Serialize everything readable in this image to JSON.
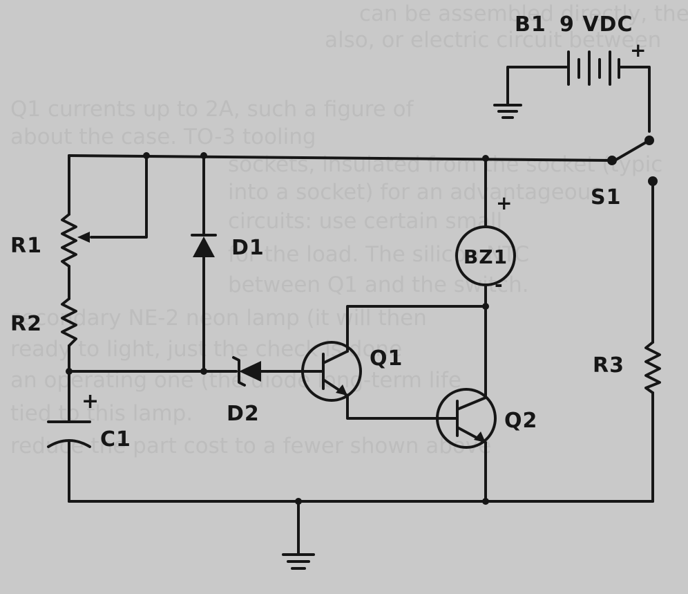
{
  "battery": {
    "ref": "B1",
    "value": "9 VDC",
    "polarity": "+"
  },
  "switch": {
    "ref": "S1"
  },
  "buzzer": {
    "ref": "BZ1",
    "plus": "+",
    "minus": "-"
  },
  "resistors": {
    "r1": "R1",
    "r2": "R2",
    "r3": "R3"
  },
  "diodes": {
    "d1": "D1",
    "d2": "D2"
  },
  "transistors": {
    "q1": "Q1",
    "q2": "Q2"
  },
  "capacitor": {
    "ref": "C1",
    "polarity": "+"
  },
  "background_text": [
    "can be assembled directly, the flash effe",
    "also, or electric circuit between",
    "Q1 currents up to 2A, such a figure of",
    "about the case. TO-3 tooling",
    "sockets, insulated from the socket (typic",
    "into a socket) for an advantageous",
    "circuits: use certain small",
    "for the load. The silicon NTC",
    "between Q1 and the switch.",
    "secondary NE-2 neon lamp (it will then",
    "ready to light, just the check is done",
    "an operating one (the diode long-term life",
    "tied to this lamp.",
    "reduce the part cost to a fewer shown above"
  ]
}
